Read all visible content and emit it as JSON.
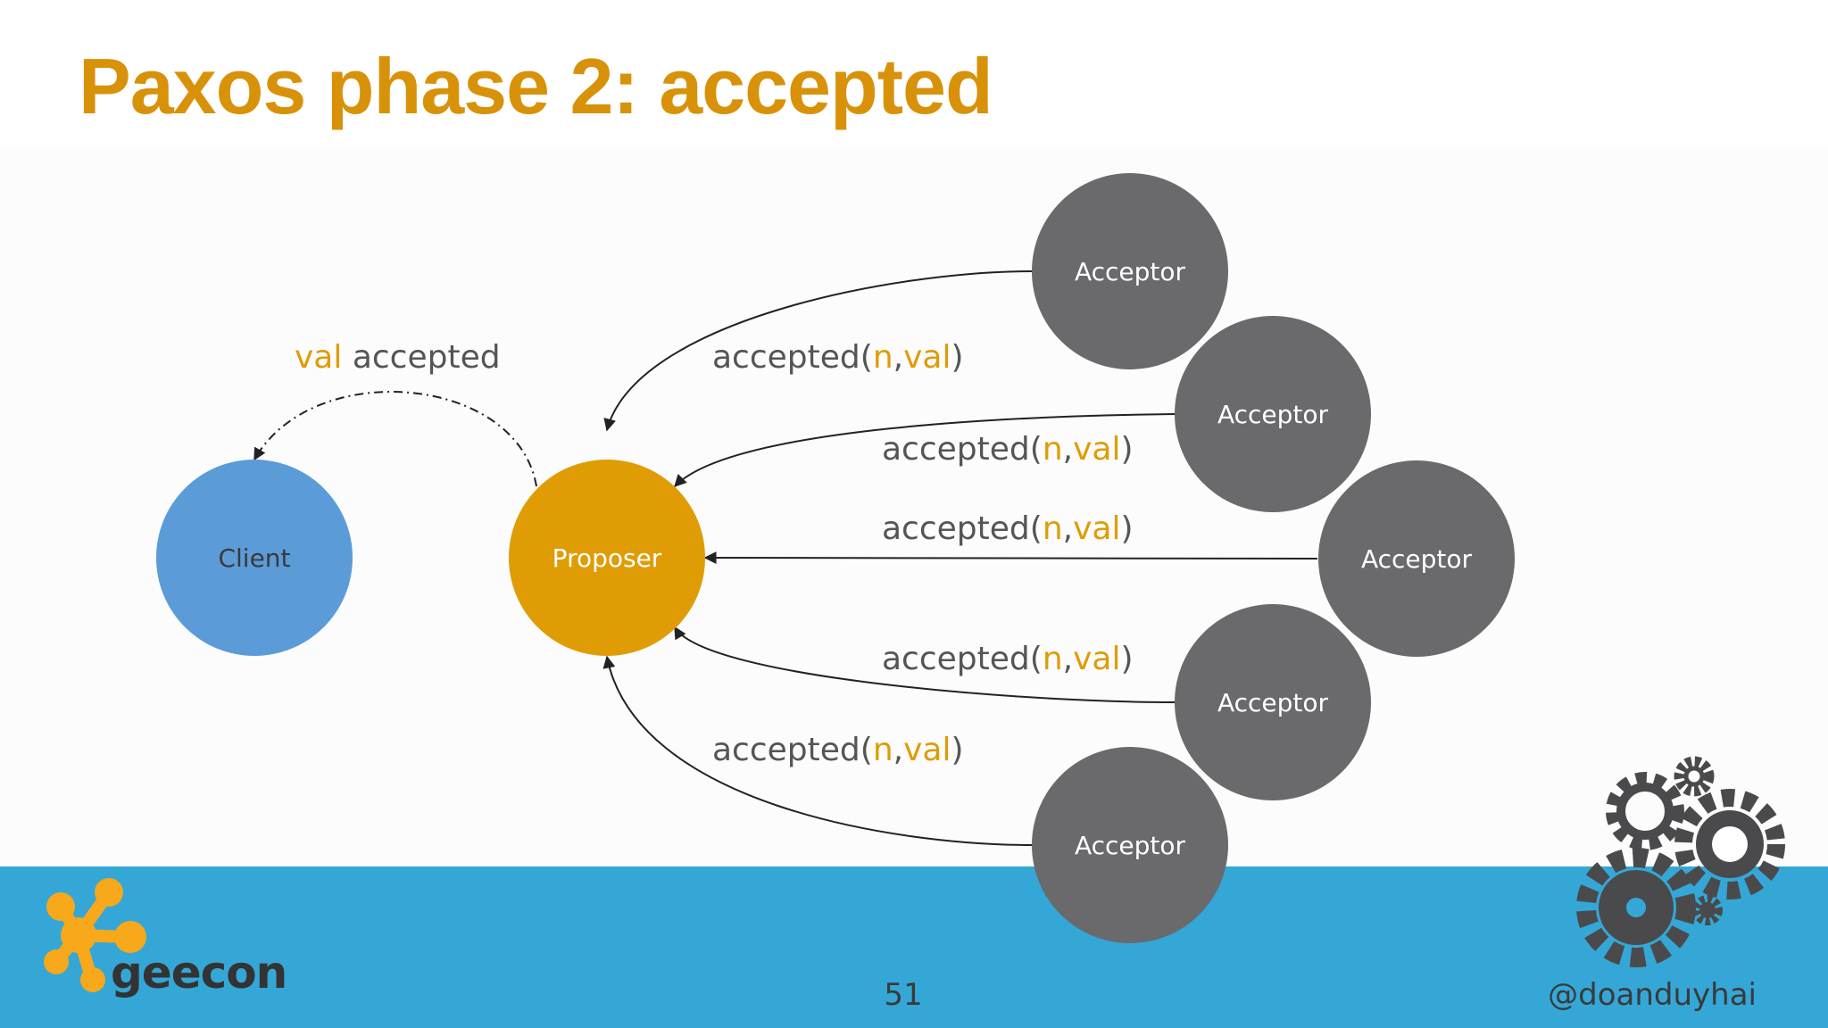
{
  "slide": {
    "title": "Paxos phase 2: accepted",
    "page_number": "51",
    "author_handle": "@doanduyhai",
    "logo_text": "geecon"
  },
  "colors": {
    "title": "#d8920a",
    "accent": "#df9c05",
    "client": "#5b9bd8",
    "acceptor": "#6a696c",
    "footer": "#34a7d7",
    "text": "#555555"
  },
  "nodes": {
    "client": "Client",
    "proposer": "Proposer",
    "acceptors": [
      "Acceptor",
      "Acceptor",
      "Acceptor",
      "Acceptor",
      "Acceptor"
    ]
  },
  "client_message": {
    "value": "val",
    "rest": " accepted"
  },
  "messages": [
    {
      "fn": "accepted(",
      "n": "n",
      "sep": ",",
      "val": "val",
      "close": ")"
    },
    {
      "fn": "accepted(",
      "n": "n",
      "sep": ",",
      "val": "val",
      "close": ")"
    },
    {
      "fn": "accepted(",
      "n": "n",
      "sep": ",",
      "val": "val",
      "close": ")"
    },
    {
      "fn": "accepted(",
      "n": "n",
      "sep": ",",
      "val": "val",
      "close": ")"
    },
    {
      "fn": "accepted(",
      "n": "n",
      "sep": ",",
      "val": "val",
      "close": ")"
    }
  ]
}
